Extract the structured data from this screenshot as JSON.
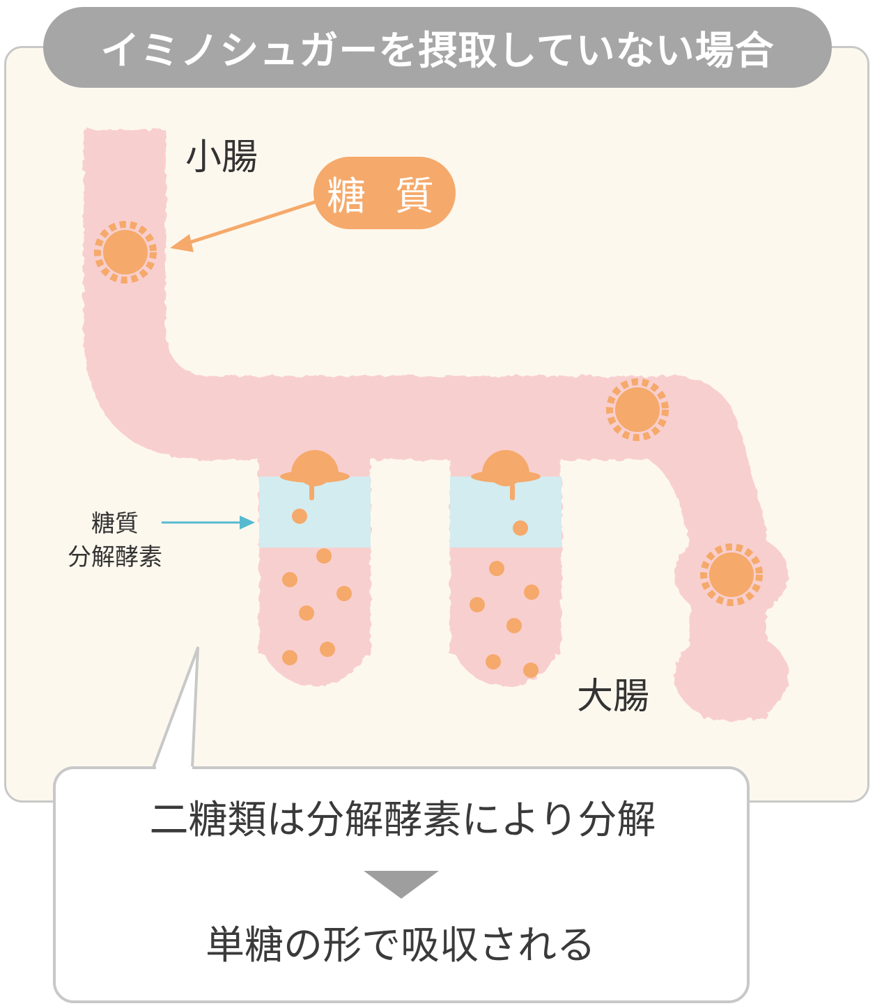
{
  "header": {
    "title": "イミノシュガーを摂取していない場合"
  },
  "labels": {
    "small_intestine": "小腸",
    "large_intestine": "大腸",
    "sugar": "糖 質",
    "enzyme_line1": "糖質",
    "enzyme_line2": "分解酵素"
  },
  "callout": {
    "line1": "二糖類は分解酵素により分解",
    "line2": "単糖の形で吸収される"
  },
  "colors": {
    "intestine": "#f8cfcf",
    "sugar": "#f5a96a",
    "enzyme_zone": "#d3ecf0",
    "enzyme_arrow": "#56b9d0",
    "header": "#a6a6a6",
    "panel": "#fdf8ee"
  }
}
